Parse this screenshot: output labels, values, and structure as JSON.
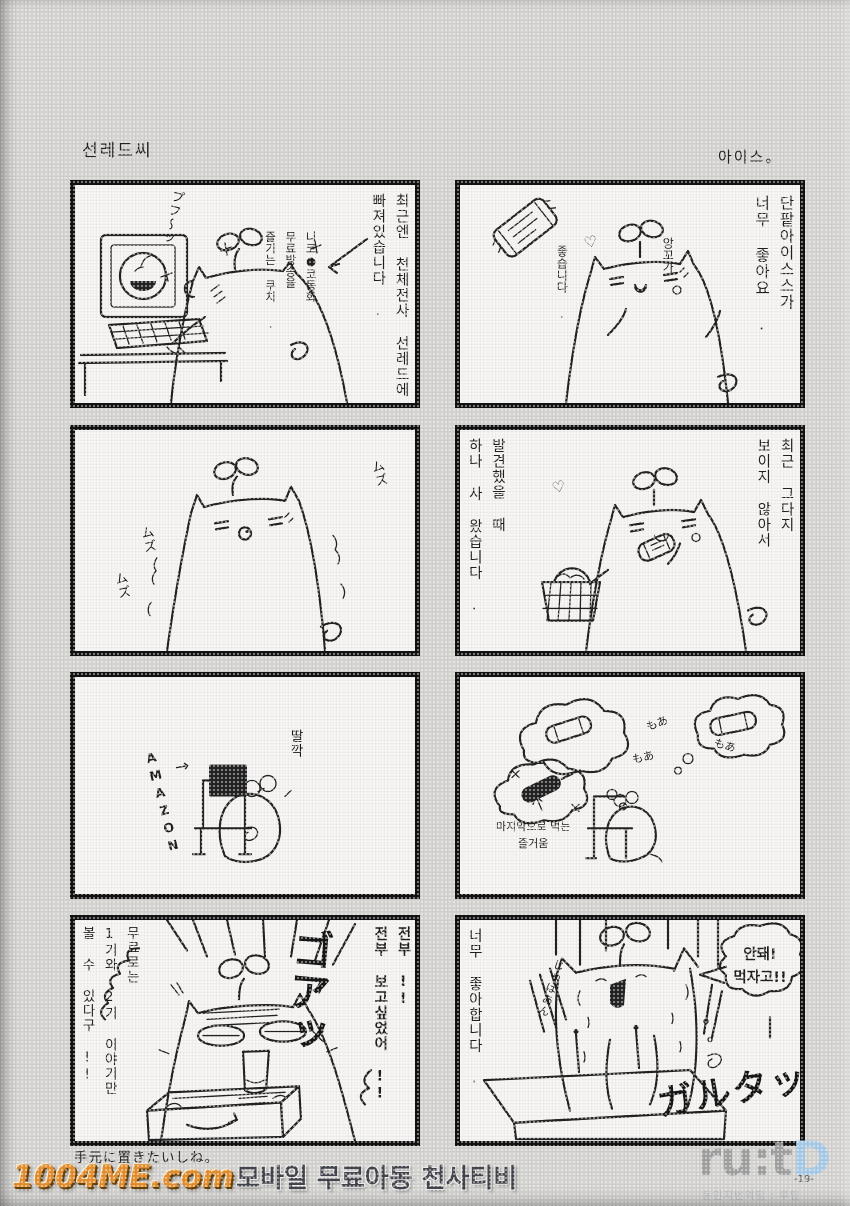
{
  "page": {
    "title_left": "선레드씨",
    "title_right": "아이스。",
    "handwritten_note": "手元に置きたいしね。"
  },
  "panels": [
    {
      "speech": [
        "최근엔 천체전사 선레드에",
        "빠져있습니다 ."
      ],
      "note": [
        "니코●코동화",
        "무료방송을",
        "즐기는 쿠치 ."
      ],
      "sfx": [
        "プフ〜ッ"
      ]
    },
    {
      "speech": [
        "단팥아이스스가",
        "너무 좋아요 ."
      ],
      "note_right": "앙꼬가",
      "note_left": "좋습니다 .",
      "heart": "♡"
    },
    {
      "sfx": [
        "ムズ",
        "ムズ",
        "ムズ"
      ]
    },
    {
      "speech_right": [
        "최근 그다지",
        "보이지 않아서"
      ],
      "speech_left": [
        "발견했을 때",
        "하나 사 왔습니다 ."
      ],
      "heart": "♡"
    },
    {
      "label": "AMAZON",
      "arrow": "→",
      "sfx": [
        "딸깍"
      ]
    },
    {
      "sfx": [
        "もあ",
        "もあ",
        "もあ"
      ],
      "caption": [
        "마지막으로 먹는",
        "즐거움"
      ]
    },
    {
      "speech_left": [
        "무료로는",
        "1기와 2기 이야기만",
        "볼 수 있다구 !!"
      ],
      "speech_right": [
        "전부 !!",
        "전부 보고싶었어 !!"
      ],
      "sfx_big": "ゴアッ"
    },
    {
      "speech_left": [
        "너무 좋아합니다 ."
      ],
      "bubble": [
        "안돼!",
        "먹자고!!"
      ],
      "sfx_small": "じゅぱあん",
      "sfx_big": "ガルタッ"
    }
  ],
  "watermark": {
    "site": "1004ME.com",
    "tagline": "모바일 무료아동 천사티비"
  },
  "logo": {
    "main_gray": "ru:t",
    "main_blue": "D",
    "suffix": "-19-",
    "subtitle": "동인지번역팀 : 루팁"
  },
  "colors": {
    "paper": "#f9f8f5",
    "scan_background": "#d8d7d4",
    "ink": "#222222",
    "watermark_orange": "#e89130",
    "logo_gray": "#9d9d9d",
    "logo_blue": "#a9cdec"
  }
}
